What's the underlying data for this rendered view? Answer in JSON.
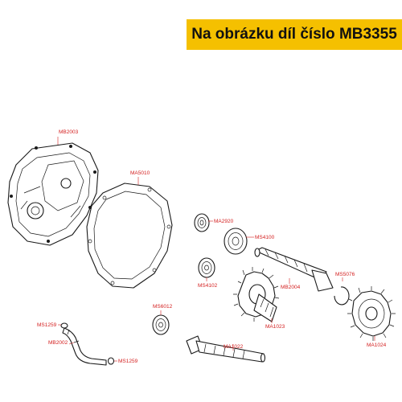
{
  "banner": {
    "text": "Na obrázku díl číslo MB3355",
    "color": "#f5c000"
  },
  "label_color": "#d42020",
  "part_labels": [
    {
      "id": "mb2003",
      "code": "MB2003"
    },
    {
      "id": "ma5010",
      "code": "MA5010"
    },
    {
      "id": "ma2920",
      "code": "MA2920"
    },
    {
      "id": "ms4100",
      "code": "MS4100"
    },
    {
      "id": "ms4102",
      "code": "MS4102"
    },
    {
      "id": "mb2004",
      "code": "MB2004"
    },
    {
      "id": "ms5076",
      "code": "MS5076"
    },
    {
      "id": "ma1023",
      "code": "MA1023"
    },
    {
      "id": "ms6012",
      "code": "MS6012"
    },
    {
      "id": "ma1024",
      "code": "MA1024"
    },
    {
      "id": "ms1259a",
      "code": "MS1259"
    },
    {
      "id": "mb2002",
      "code": "MB2002"
    },
    {
      "id": "ma1022",
      "code": "MA1022"
    },
    {
      "id": "ms1259b",
      "code": "MS1259"
    }
  ]
}
